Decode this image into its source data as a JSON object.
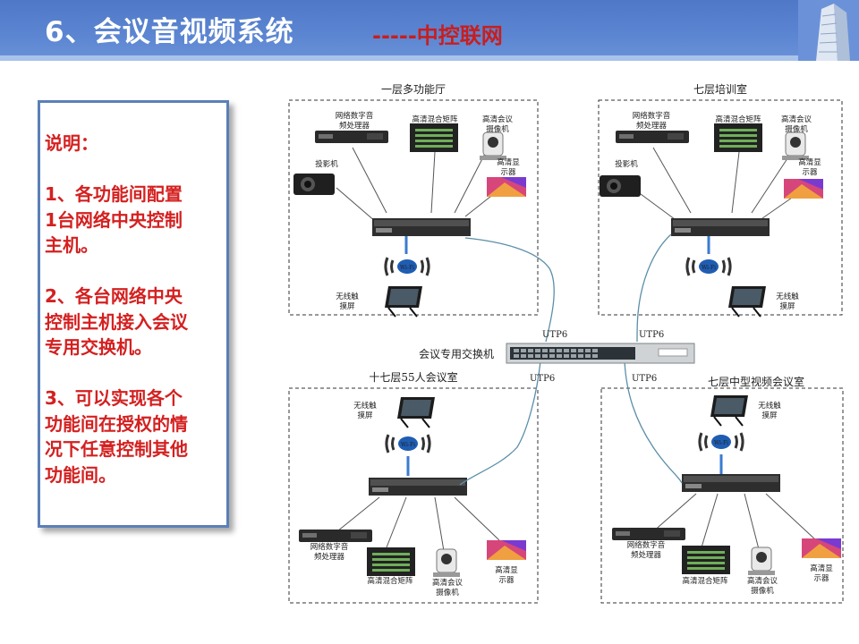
{
  "header": {
    "title": "6、会议音视频系统",
    "subtitle": "-----中控联网"
  },
  "note": {
    "text": "说明：\n\n1、各功能间配置\n1台网络中央控制\n主机。\n\n2、各台网络中央\n控制主机接入会议\n专用交换机。\n\n3、可以实现各个\n功能间在授权的情\n况下任意控制其他\n功能间。"
  },
  "rooms": {
    "room1": {
      "title": "一层多功能厅",
      "audio": [
        "网络数字音",
        "频处理器"
      ],
      "matrix": "高清混合矩阵",
      "camera": [
        "高清会议",
        "摄像机"
      ],
      "display": [
        "高清显",
        "示器"
      ],
      "projector": "投影机",
      "touch": [
        "无线触",
        "摸屏"
      ]
    },
    "room2": {
      "title": "七层培训室",
      "audio": [
        "网络数字音",
        "频处理器"
      ],
      "matrix": "高清混合矩阵",
      "camera": [
        "高清会议",
        "摄像机"
      ],
      "display": [
        "高清显",
        "示器"
      ],
      "projector": "投影机",
      "touch": [
        "无线触",
        "摸屏"
      ]
    },
    "room3": {
      "title": "十七层55人会议室",
      "touch": [
        "无线触",
        "摸屏"
      ],
      "audio": [
        "网络数字音",
        "频处理器"
      ],
      "matrix": "高清混合矩阵",
      "camera": [
        "高清会议",
        "摄像机"
      ],
      "display": [
        "高清显",
        "示器"
      ]
    },
    "room4": {
      "title": "七层中型视频会议室",
      "touch": [
        "无线触",
        "摸屏"
      ],
      "audio": [
        "网络数字音",
        "频处理器"
      ],
      "matrix": "高清混合矩阵",
      "camera": [
        "高清会议",
        "摄像机"
      ],
      "display": [
        "高清显",
        "示器"
      ]
    }
  },
  "switch": {
    "label": "会议专用交换机"
  },
  "links": {
    "utp": "UTP6"
  },
  "wifi": {
    "label": "Wi-Fi"
  },
  "colors": {
    "header": "#5c86d2",
    "note_text": "#d42020",
    "note_border": "#5b7fb8",
    "link": "#5b8fa8"
  }
}
